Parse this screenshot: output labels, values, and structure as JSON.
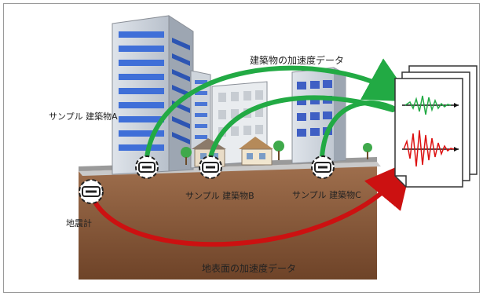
{
  "labels": {
    "building_accel_data": "建築物の加速度データ",
    "ground_accel_data": "地表面の加速度データ",
    "seismometer": "地震計",
    "sample_building_a": "サンプル 建築物A",
    "sample_building_b": "サンプル 建築物B",
    "sample_building_c": "サンプル 建築物C"
  },
  "colors": {
    "green_arrow": "#22aa44",
    "red_arrow": "#cc1111",
    "soil": "#8a5a3a",
    "window_blue": "#3f6fd8"
  },
  "icons": [
    "seismometer-icon",
    "waveform-document-icon"
  ]
}
